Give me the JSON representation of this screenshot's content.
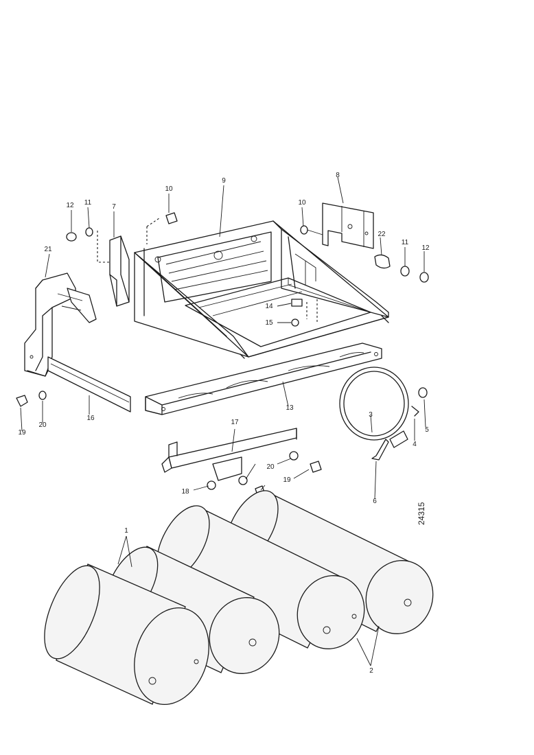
{
  "diagram": {
    "reference_number": "24315",
    "callouts": [
      "1",
      "2",
      "3",
      "4",
      "5",
      "6",
      "7",
      "8",
      "9",
      "10",
      "10",
      "11",
      "11",
      "12",
      "12",
      "13",
      "14",
      "15",
      "16",
      "17",
      "18",
      "19",
      "19",
      "20",
      "20",
      "21",
      "22"
    ]
  }
}
